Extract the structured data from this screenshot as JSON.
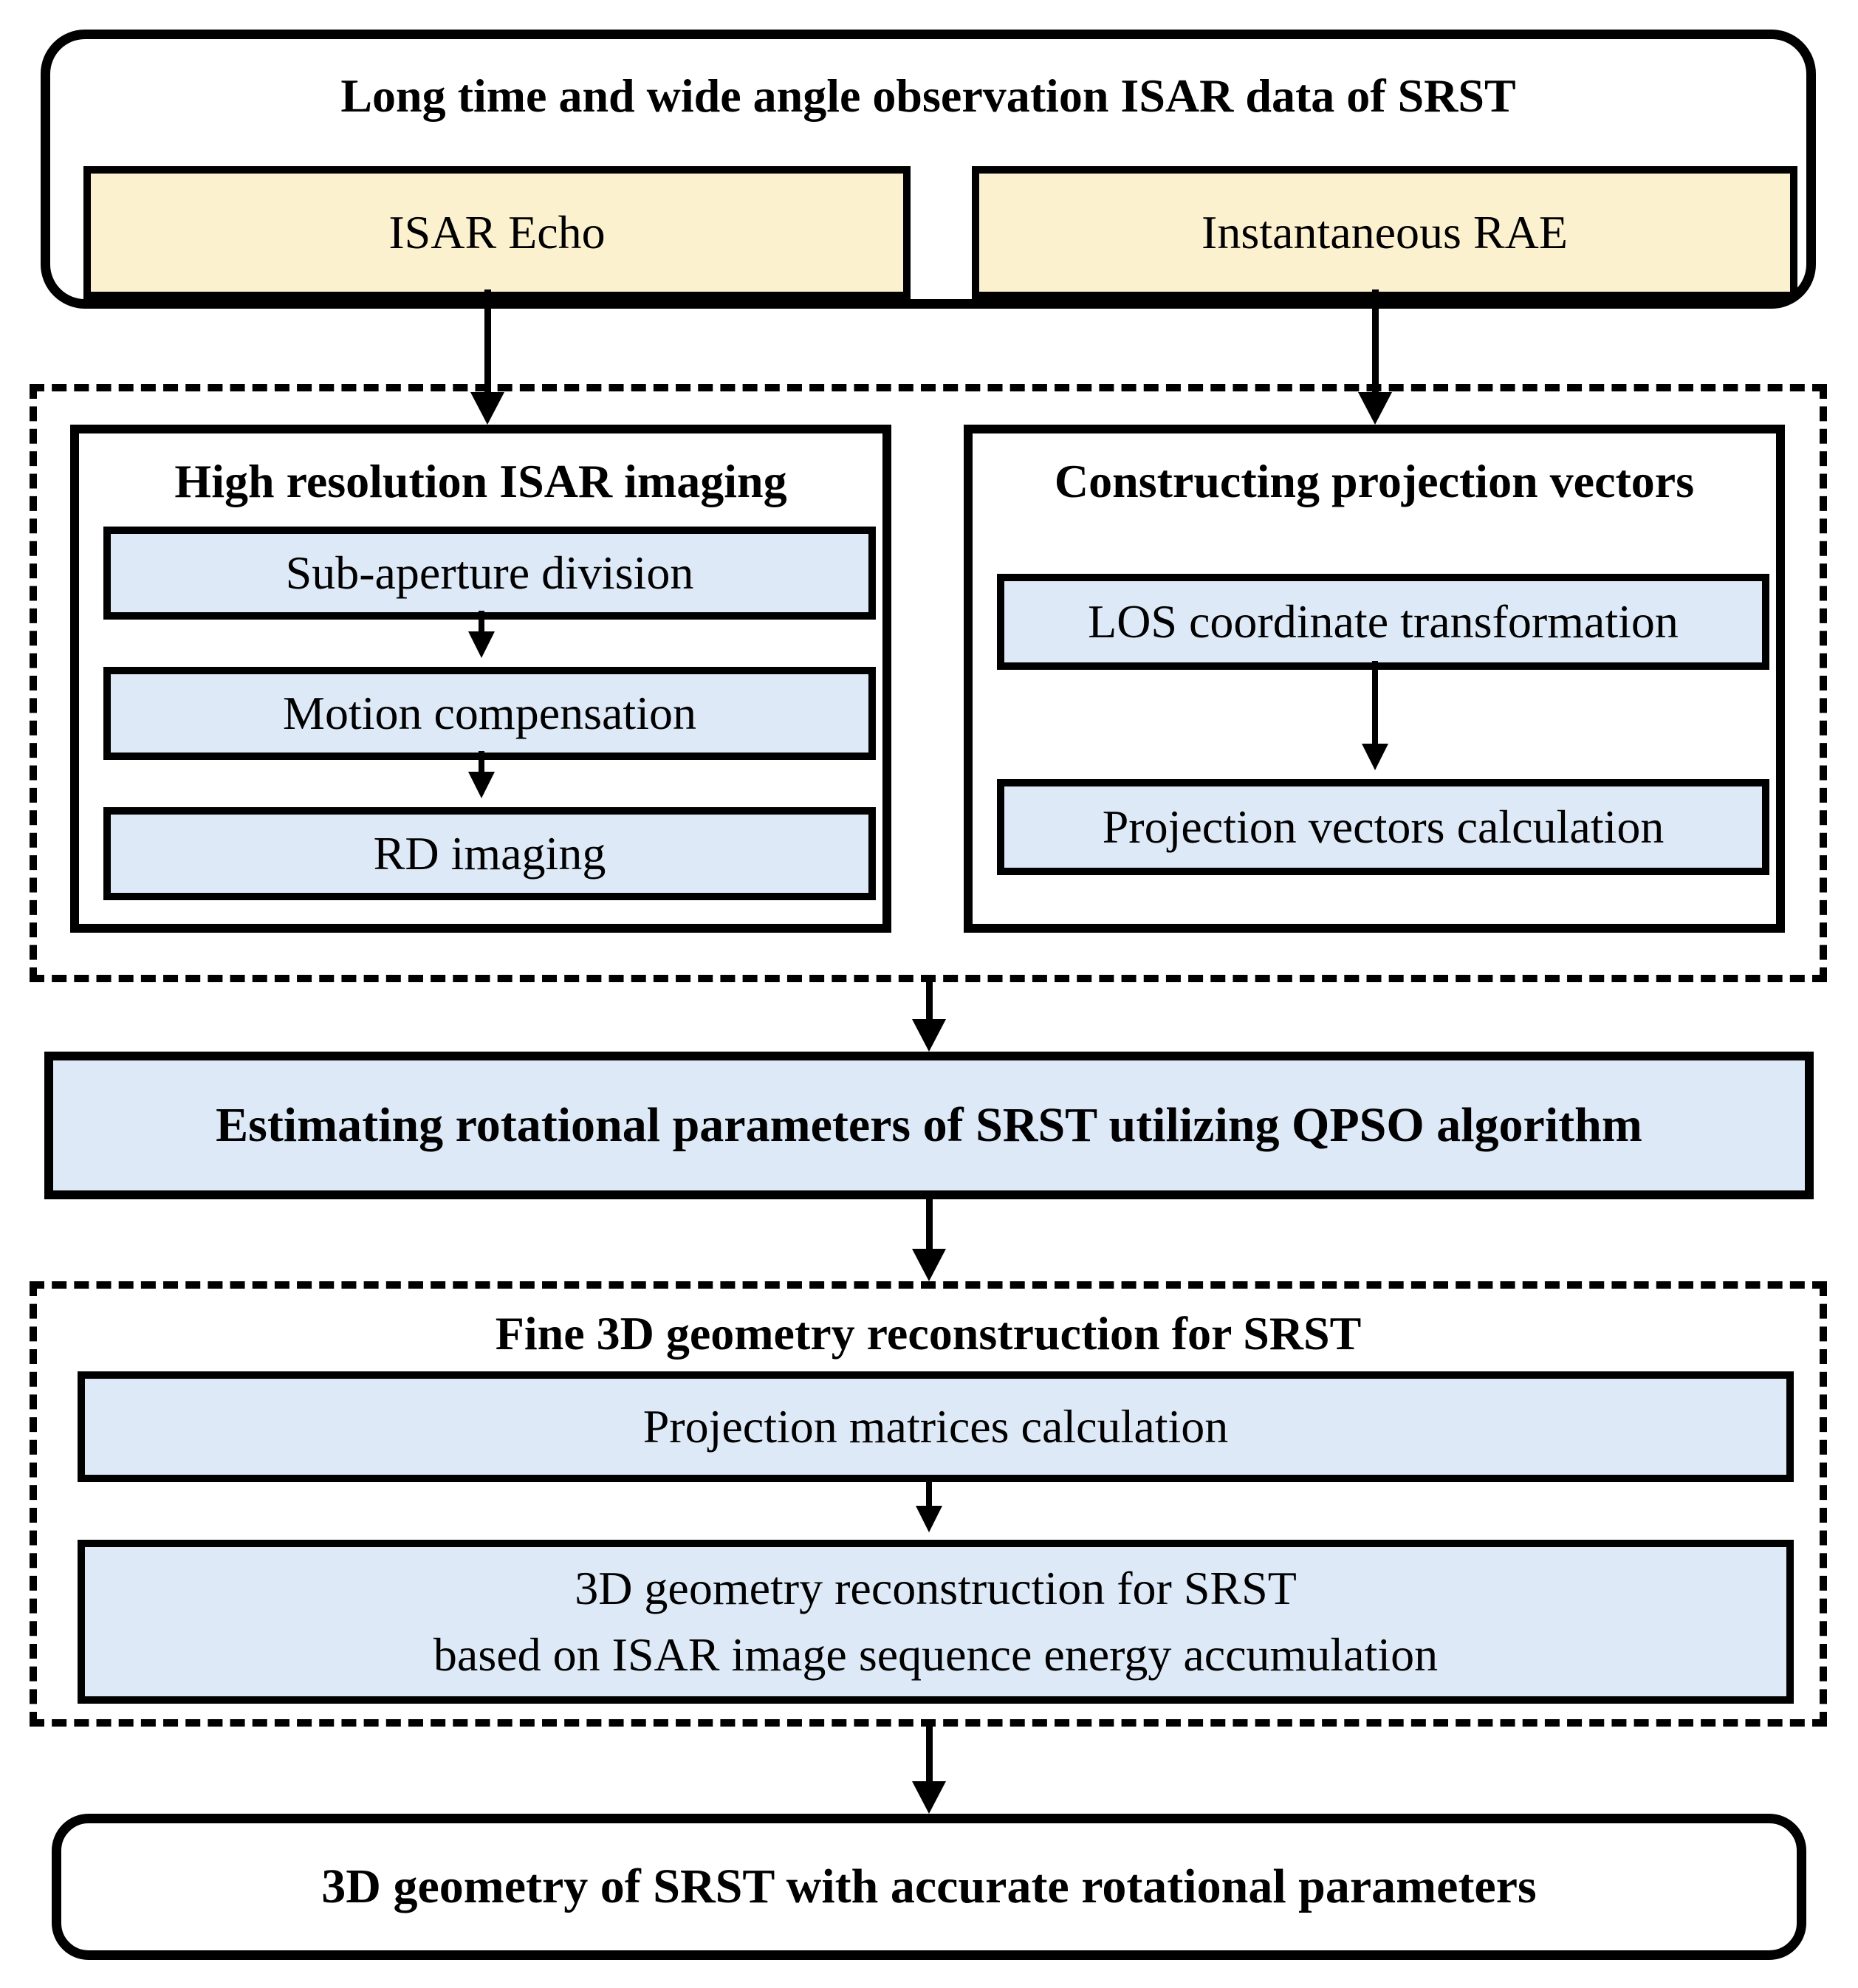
{
  "colors": {
    "input_fill": "#FCF1CE",
    "process_fill": "#DDE9F6",
    "line": "#000000",
    "background": "#FFFFFF"
  },
  "diagram": {
    "source": {
      "title": "Long time and wide angle observation ISAR data of SRST",
      "inputs": [
        {
          "label": "ISAR Echo"
        },
        {
          "label": "Instantaneous RAE"
        }
      ]
    },
    "imaging": {
      "title": "High resolution ISAR imaging",
      "steps": [
        {
          "label": "Sub-aperture division"
        },
        {
          "label": "Motion compensation"
        },
        {
          "label": "RD imaging"
        }
      ]
    },
    "projection": {
      "title": "Constructing projection vectors",
      "steps": [
        {
          "label": "LOS coordinate transformation"
        },
        {
          "label": "Projection vectors calculation"
        }
      ]
    },
    "estimation": {
      "label": "Estimating rotational parameters of SRST utilizing QPSO algorithm"
    },
    "reconstruction": {
      "title": "Fine 3D geometry reconstruction for SRST",
      "steps": [
        {
          "label": "Projection matrices calculation"
        },
        {
          "line1": "3D geometry reconstruction for SRST",
          "line2": "based on ISAR image sequence energy accumulation"
        }
      ]
    },
    "output": {
      "label": "3D geometry of SRST with accurate rotational parameters"
    }
  }
}
